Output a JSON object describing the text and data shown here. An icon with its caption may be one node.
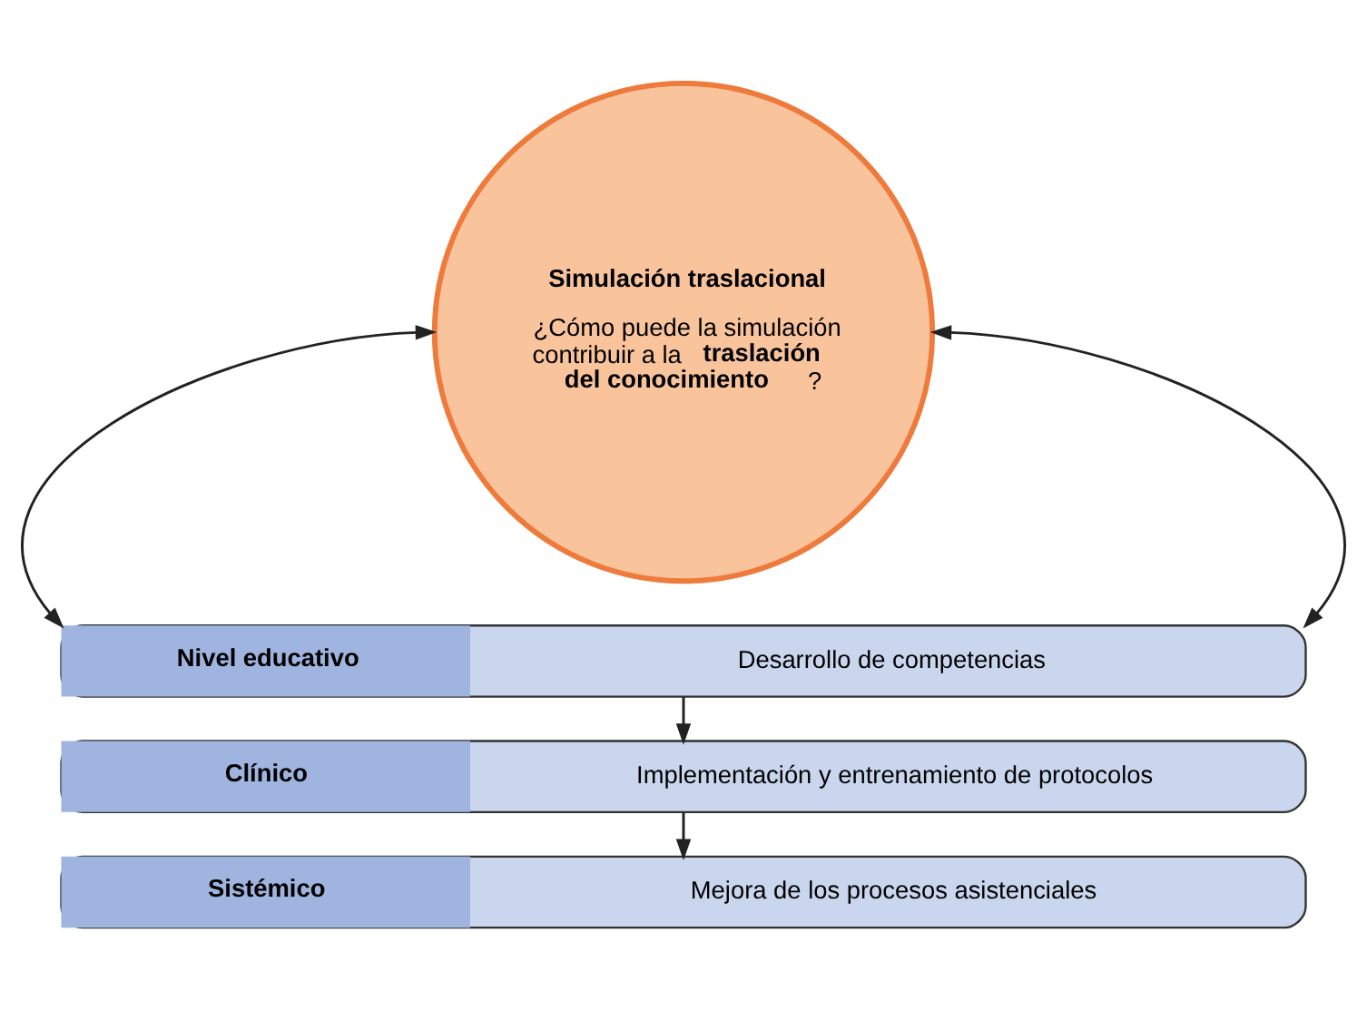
{
  "diagram": {
    "nodes": [
      {
        "text": [
          "Simulación traslacional",
          "¿Cómo puede la simulación contribuir a la **traslación del conocimiento**?"
        ]
      },
      {
        "text": [
          "Nivel educativo",
          "Desarrollo de competencias"
        ]
      },
      {
        "text": [
          "Clínico",
          "Implementación y entrenamiento de protocolos"
        ]
      },
      {
        "text": [
          "Sistémico",
          "Mejora de los procesos asistenciales"
        ]
      }
    ],
    "edges": [
      {
        "from": 0,
        "to": 1,
        "arrow": "both"
      },
      {
        "from": 0,
        "to": 1,
        "arrow": "both"
      },
      {
        "from": 1,
        "to": 2,
        "arrow": "to"
      },
      {
        "from": 2,
        "to": 3,
        "arrow": "to"
      }
    ]
  }
}
